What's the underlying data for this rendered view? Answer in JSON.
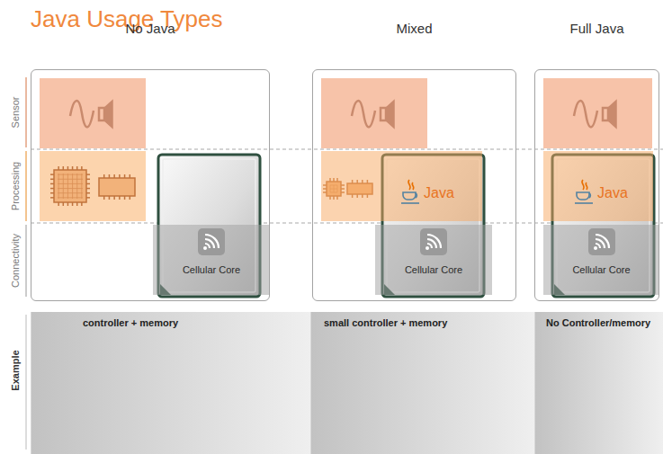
{
  "diagram": {
    "title": "Java Usage Types",
    "nodes": [
      {
        "text": [
          "No Java"
        ]
      },
      {
        "text": [
          "Cellular Core"
        ],
        "in": 0
      },
      {
        "text": [
          "Mixed"
        ]
      },
      {
        "text": [
          "Java"
        ],
        "in": 2
      },
      {
        "text": [
          "Cellular Core"
        ],
        "in": 2
      },
      {
        "text": [
          "Full Java"
        ]
      },
      {
        "text": [
          "Java"
        ],
        "in": 5
      },
      {
        "text": [
          "Cellular Core"
        ],
        "in": 5
      },
      {
        "text": [
          "controller + memory"
        ]
      },
      {
        "text": [
          "small controller + memory"
        ]
      },
      {
        "text": [
          "No Controller/memory"
        ]
      }
    ],
    "labels": [
      "Sensor",
      "Processing",
      "Connectivity",
      "Example"
    ]
  }
}
